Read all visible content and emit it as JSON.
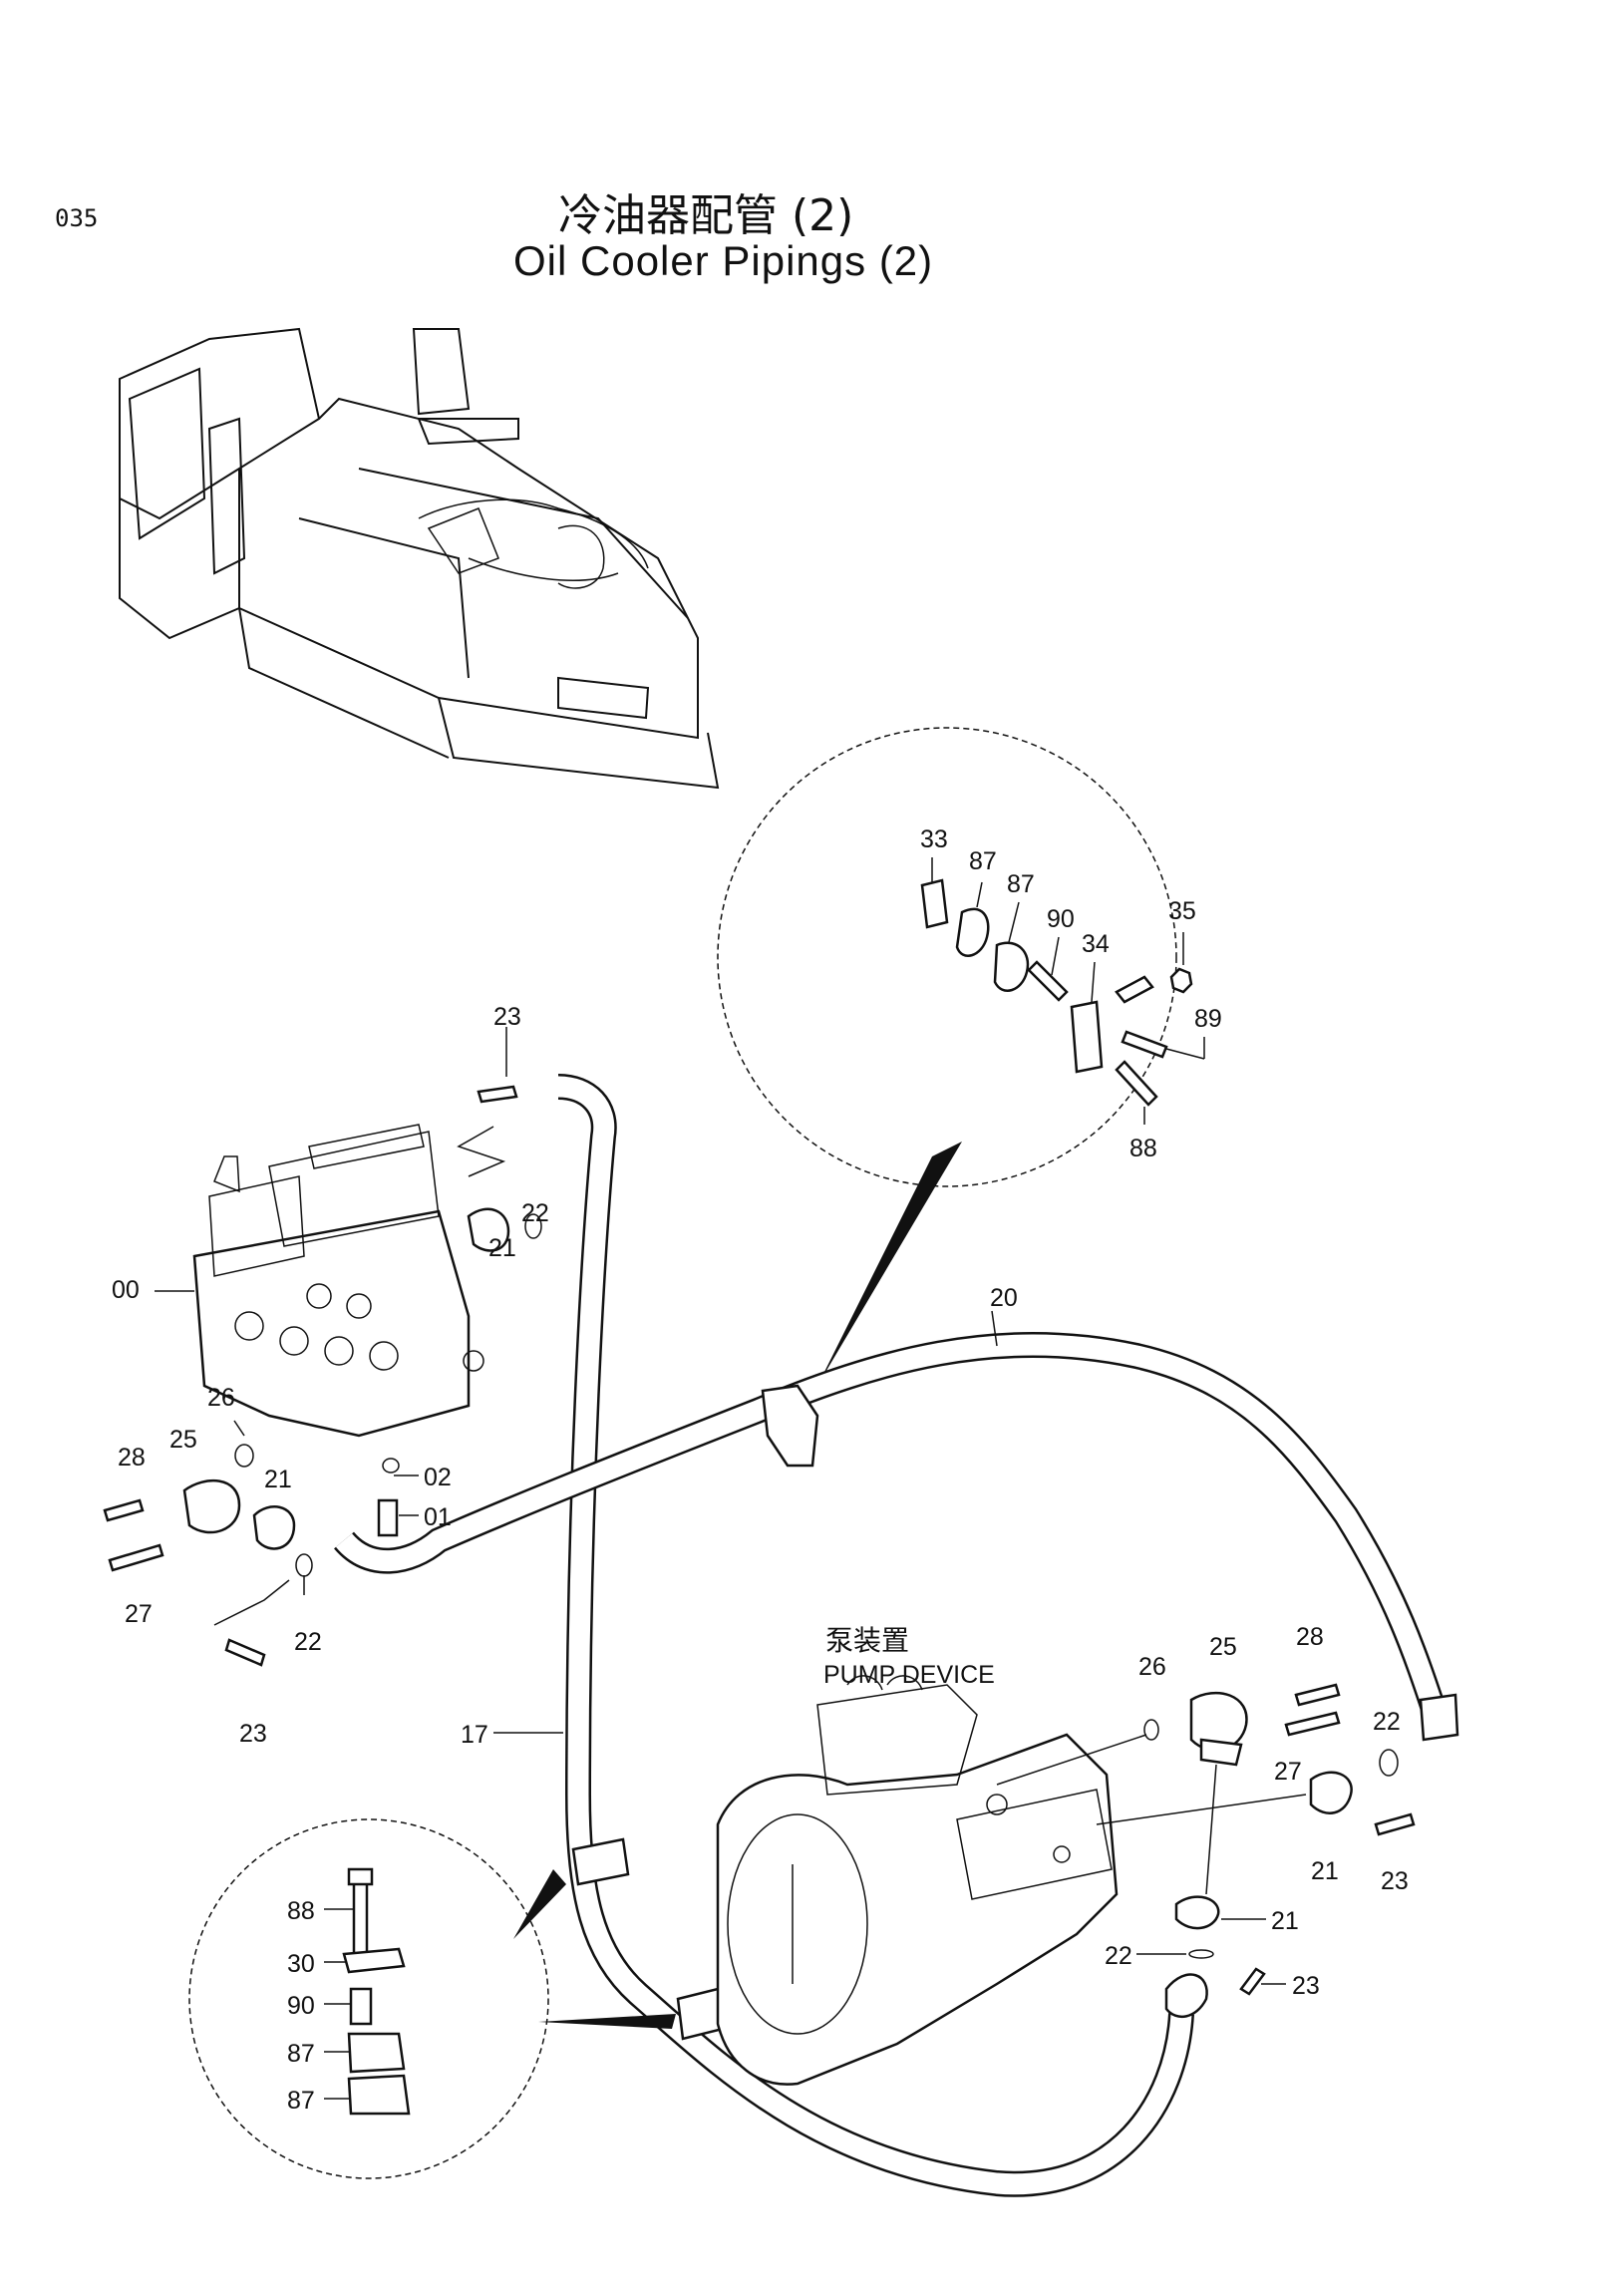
{
  "page_number": "035",
  "title_cn": "冷油器配管 (2)",
  "title_en": "Oil Cooler Pipings (2)",
  "pump_device_cn": "泵装置",
  "pump_device_en": "PUMP DEVICE",
  "labels": {
    "l00": "00",
    "l01": "01",
    "l02": "02",
    "l17": "17",
    "l20": "20",
    "l21a": "21",
    "l21b": "21",
    "l21c": "21",
    "l21d": "21",
    "l22a": "22",
    "l22b": "22",
    "l22c": "22",
    "l22d": "22",
    "l23a": "23",
    "l23b": "23",
    "l23c": "23",
    "l23d": "23",
    "l25a": "25",
    "l25b": "25",
    "l26a": "26",
    "l26b": "26",
    "l27a": "27",
    "l27b": "27",
    "l28a": "28",
    "l28b": "28",
    "l30": "30",
    "l33": "33",
    "l34": "34",
    "l35": "35",
    "l87a": "87",
    "l87b": "87",
    "l87c": "87",
    "l87d": "87",
    "l88a": "88",
    "l88b": "88",
    "l89": "89",
    "l90a": "90",
    "l90b": "90"
  }
}
